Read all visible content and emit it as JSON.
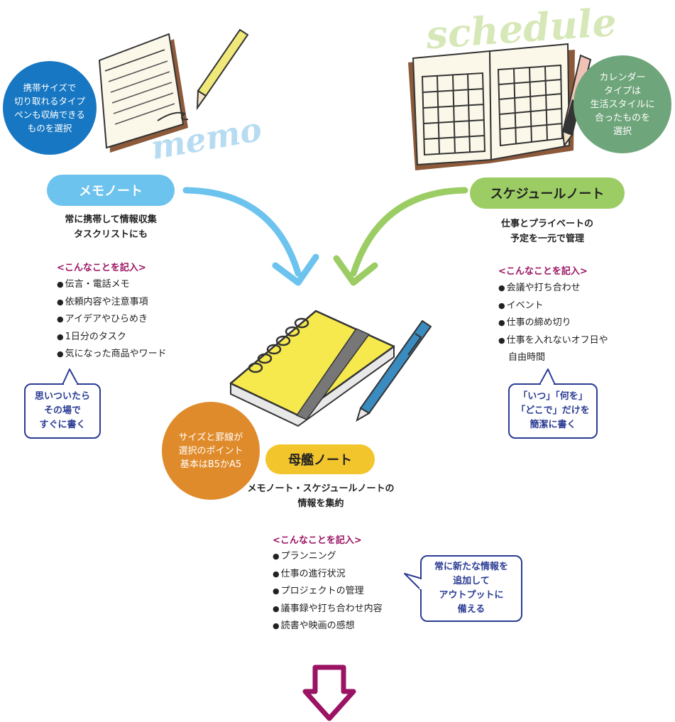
{
  "memo_note": {
    "deco": "memo",
    "circle": "携帯サイズで\n切り取れるタイプ\nペンも収納できる\nものを選択",
    "title": "メモノート",
    "description": "常に携帯して情報収集\nタスクリストにも",
    "section": "<こんなことを記入>",
    "items": [
      "伝言・電話メモ",
      "依頼内容や注意事項",
      "アイデアやひらめき",
      "1日分のタスク",
      "気になった商品やワード"
    ],
    "bubble": "思いついたら\nその場で\nすぐに書く"
  },
  "schedule_note": {
    "deco": "schedule",
    "circle": "カレンダー\nタイプは\n生活スタイルに\n合ったものを\n選択",
    "title": "スケジュールノート",
    "description": "仕事とプライベートの\n予定を一元で管理",
    "section": "<こんなことを記入>",
    "items": [
      "会議や打ち合わせ",
      "イベント",
      "仕事の締め切り",
      "仕事を入れないオフ日や"
    ],
    "items_cont": "自由時間",
    "bubble": "「いつ」「何を」\n「どこで」だけを\n簡潔に書く"
  },
  "mother_note": {
    "circle": "サイズと罫線が\n選択のポイント\n基本はB5かA5",
    "title": "母艦ノート",
    "description": "メモノート・スケジュールノートの\n情報を集約",
    "section": "<こんなことを記入>",
    "items": [
      "プランニング",
      "仕事の進行状況",
      "プロジェクトの管理",
      "議事録や打ち合わせ内容",
      "読書や映画の感想"
    ],
    "bubble": "常に新たな情報を\n追加して\nアウトプットに\n備える"
  },
  "colors": {
    "memo_blue": "#6cc3ee",
    "memo_circle": "#1777c2",
    "schedule_green": "#9ccd64",
    "schedule_circle": "#6fa57b",
    "mother_yellow": "#f3c52d",
    "mother_circle": "#e08b2b",
    "section_purple": "#9b1463",
    "bubble_navy": "#2b3c94",
    "down_arrow": "#9b1463"
  },
  "icons": {
    "memo_illustration": "notepad-with-pen-icon",
    "schedule_illustration": "open-calendar-book-icon",
    "mother_illustration": "spiral-notebook-icon",
    "down_arrow": "down-arrow-icon"
  }
}
